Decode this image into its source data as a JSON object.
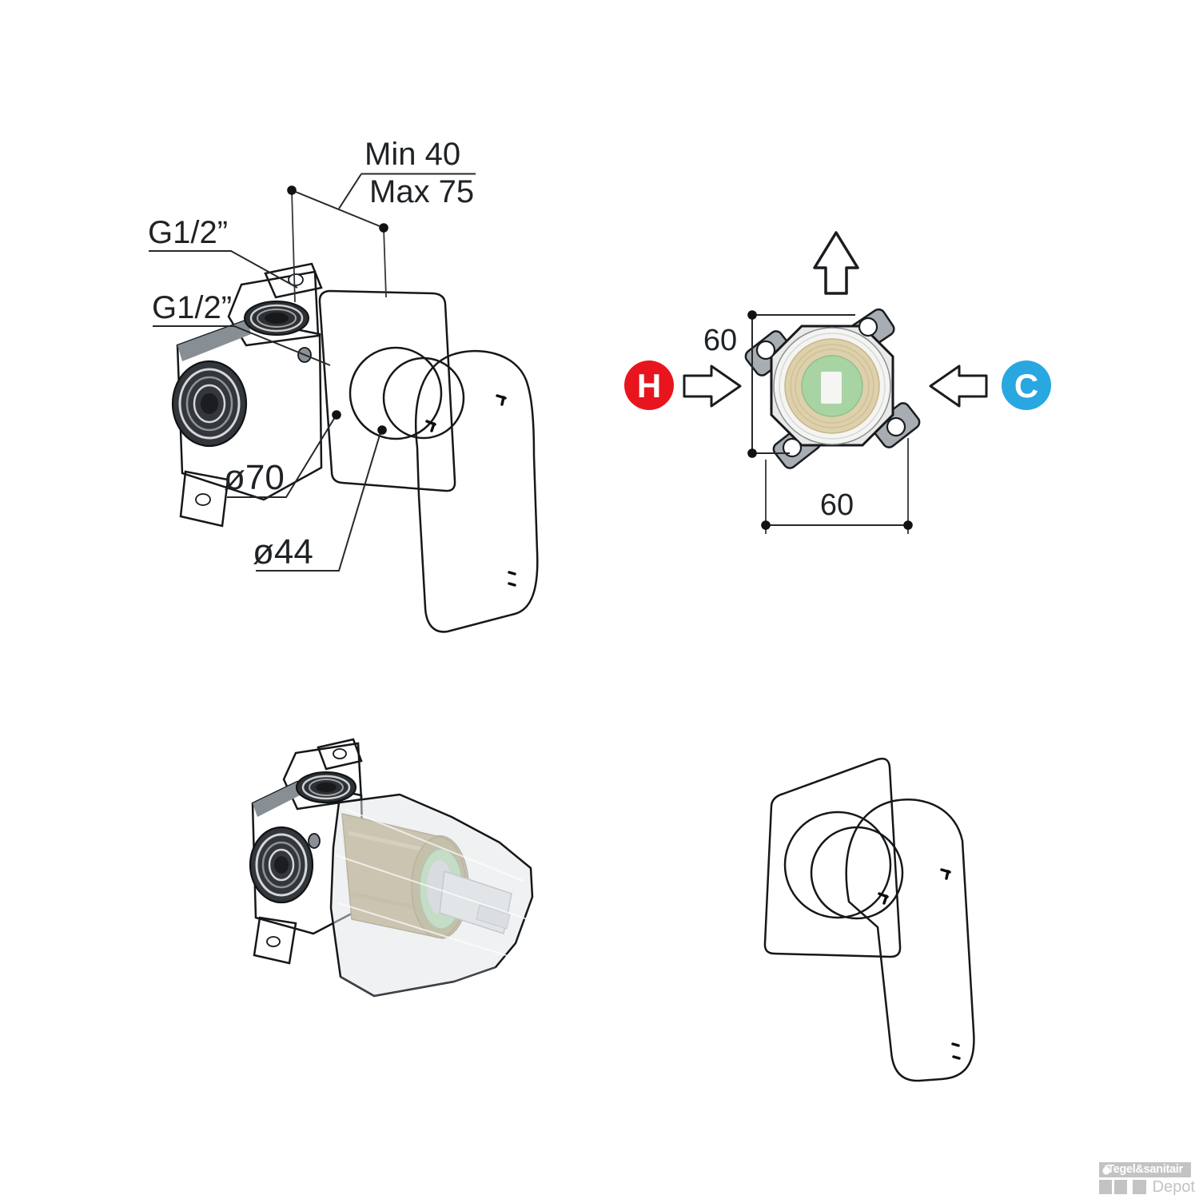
{
  "colors": {
    "hot": "#e8151e",
    "cold": "#29a7e0",
    "beige": "#ddd0ab",
    "green": "#a8d3a3",
    "line": "#26292c",
    "metal_dark": "#555a60",
    "metal_light": "#ccd1d6",
    "watermark_gray": "#c3c3c3"
  },
  "exploded_view": {
    "labels": {
      "depth_min": "Min 40",
      "depth_max": "Max 75",
      "thread_top": "G1/2”",
      "thread_side": "G1/2”",
      "plate_diameter": "ø70",
      "hub_diameter": "ø44"
    }
  },
  "front_view": {
    "labels": {
      "height": "60",
      "width": "60",
      "hot": "H",
      "cold": "C"
    }
  },
  "watermark": {
    "brand": "Tegel&sanitair",
    "sub_brand": "Depot"
  }
}
